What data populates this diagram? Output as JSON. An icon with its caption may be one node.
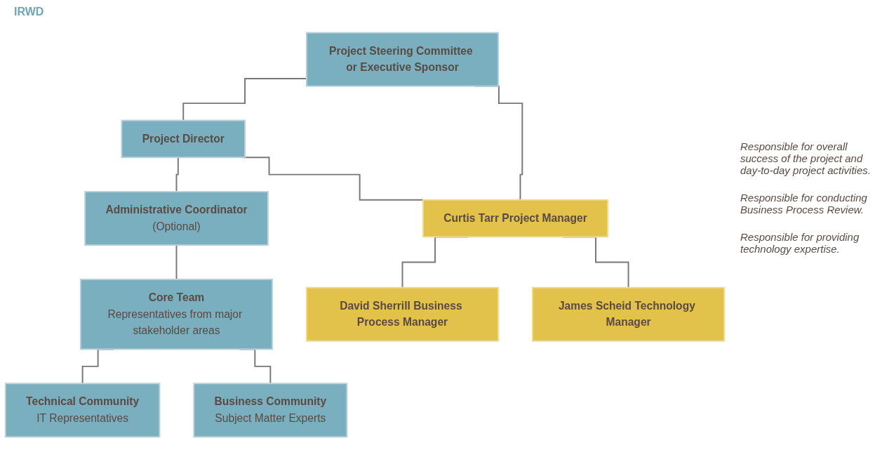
{
  "diagram": {
    "nodes": [
      {
        "text": [
          "Project Steering Committee or Executive Sponsor"
        ]
      },
      {
        "text": [
          "Administrative Coordinator",
          "(Optional)"
        ]
      },
      {
        "text": [
          "Project Director"
        ]
      },
      {
        "text": [
          "Curtis Tarr Project Manager"
        ]
      },
      {
        "text": [
          "Core Team",
          "Representatives from major stakeholder areas"
        ]
      },
      {
        "text": [
          "Technical Community",
          "IT Representatives"
        ]
      },
      {
        "text": [
          "Business Community",
          "Subject Matter Experts"
        ]
      },
      {
        "text": [
          "David Sherrill Business Process Manager"
        ]
      },
      {
        "text": [
          "James Scheid Technology Manager"
        ]
      }
    ],
    "edges": [
      {
        "from": 0,
        "to": 2,
        "arrow": "none"
      },
      {
        "from": 0,
        "to": 3,
        "arrow": "none"
      },
      {
        "from": 2,
        "to": 1,
        "arrow": "none"
      },
      {
        "from": 2,
        "to": 3,
        "arrow": "none"
      },
      {
        "from": 1,
        "to": 4,
        "arrow": "none"
      },
      {
        "from": 4,
        "to": 5,
        "arrow": "none"
      },
      {
        "from": 4,
        "to": 6,
        "arrow": "none"
      },
      {
        "from": 3,
        "to": 7,
        "arrow": "none"
      },
      {
        "from": 3,
        "to": 8,
        "arrow": "none"
      }
    ],
    "labels": [
      "IRWD",
      "Responsible for overall success of the project and day-to-day project activities.",
      "Responsible for conducting Business Process Review.",
      "Responsible for providing technology expertise."
    ]
  }
}
